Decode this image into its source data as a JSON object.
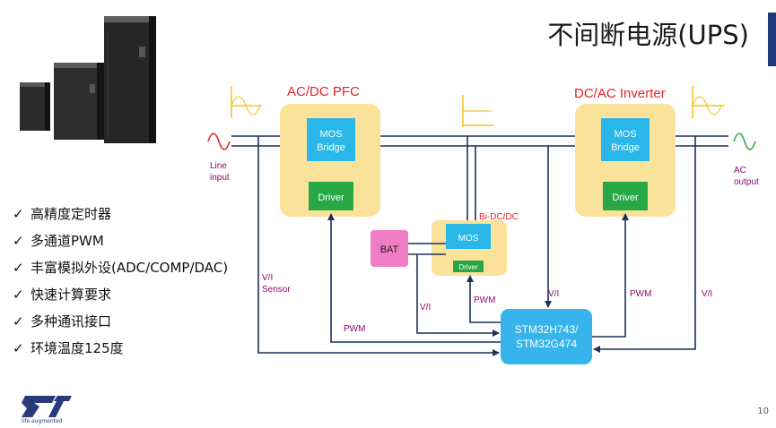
{
  "slide": {
    "title": "不间断电源(UPS)",
    "page_number": "10",
    "logo_tagline": "life.augmented"
  },
  "features": [
    "高精度定时器",
    "多通道PWM",
    "丰富模拟外设(ADC/COMP/DAC)",
    "快速计算要求",
    "多种通讯接口",
    "环境温度125度"
  ],
  "diagram": {
    "pfc_title": "AC/DC  PFC",
    "inverter_title": "DC/AC Inverter",
    "bidcdc_title": "Bi-DC/DC",
    "mos_bridge_line1": "MOS",
    "mos_bridge_line2": "Bridge",
    "driver": "Driver",
    "mos": "MOS",
    "bat": "BAT",
    "mcu_line1": "STM32H743/",
    "mcu_line2": "STM32G474",
    "line_input_1": "Line",
    "line_input_2": "input",
    "ac_output_1": "AC",
    "ac_output_2": "output",
    "vi_sensor_1": "V/I",
    "vi_sensor_2": "Sensor",
    "pwm": "PWM",
    "vi": "V/I"
  },
  "colors": {
    "block_fill": "#fbe29a",
    "mos_fill": "#29b6e8",
    "driver_fill": "#27a845",
    "bat_fill": "#f07cc6",
    "mcu_fill": "#37b4ec",
    "title_red": "#e8202a",
    "label_purple": "#8a0a6e",
    "accent_navy": "#1f3a7a"
  }
}
